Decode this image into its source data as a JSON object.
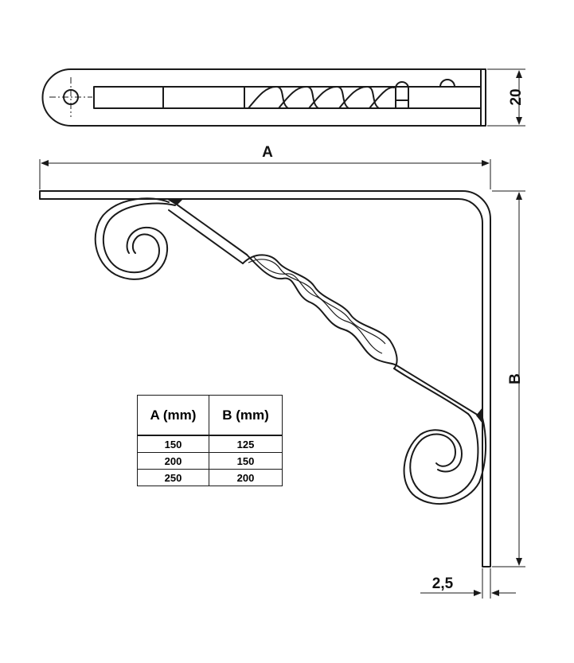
{
  "dimensions": {
    "width_label": "A",
    "height_label": "B",
    "top_view_depth": "20",
    "thickness": "2,5"
  },
  "table": {
    "headers": [
      "A (mm)",
      "B (mm)"
    ],
    "rows": [
      [
        "150",
        "125"
      ],
      [
        "200",
        "150"
      ],
      [
        "250",
        "200"
      ]
    ]
  }
}
